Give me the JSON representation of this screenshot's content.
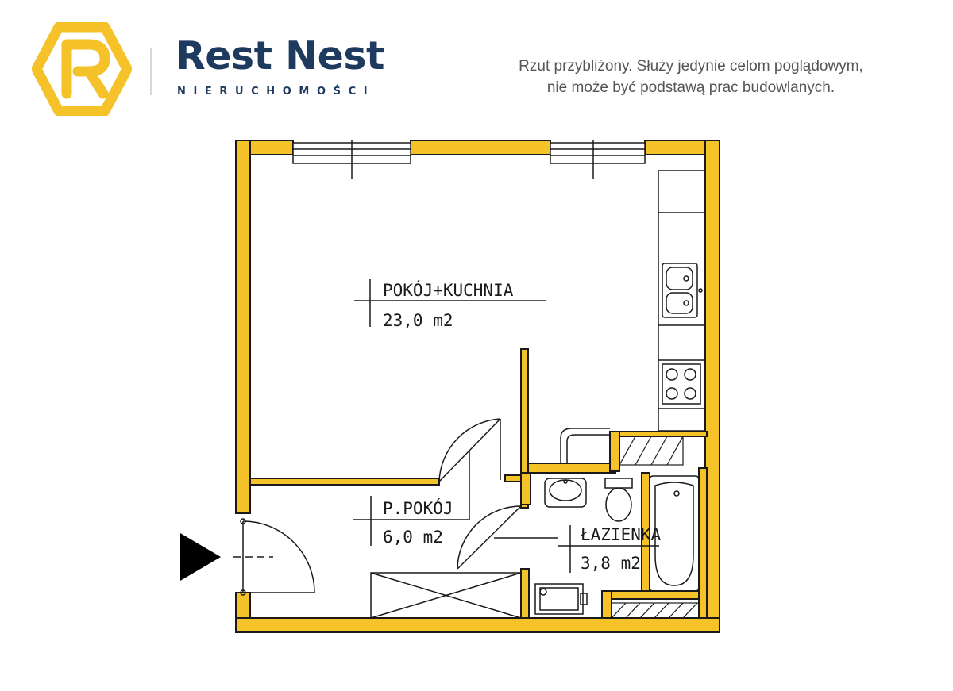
{
  "brand": {
    "name": "Rest Nest",
    "subtitle": "NIERUCHOMOŚCI",
    "accent_color": "#f6c22a",
    "text_color": "#1f3a5f"
  },
  "disclaimer": {
    "line1": "Rzut przybliżony. Służy jedynie celom poglądowym,",
    "line2": "nie może być podstawą prac budowlanych."
  },
  "rooms": [
    {
      "name": "POKÓJ+KUCHNIA",
      "area": "23,0 m2"
    },
    {
      "name": "P.POKÓJ",
      "area": "6,0 m2"
    },
    {
      "name": "ŁAZIENKA",
      "area": "3,8 m2"
    }
  ],
  "colors": {
    "walls": "#f6c22a",
    "outline": "#1a1a1a",
    "entrance_arrow": "#000000"
  },
  "icons": [
    "rest-nest-logo-icon",
    "entrance-arrow-icon",
    "sink-icon",
    "stove-icon",
    "toilet-icon",
    "bathtub-icon",
    "washbasin-icon",
    "door-arc-icon"
  ]
}
